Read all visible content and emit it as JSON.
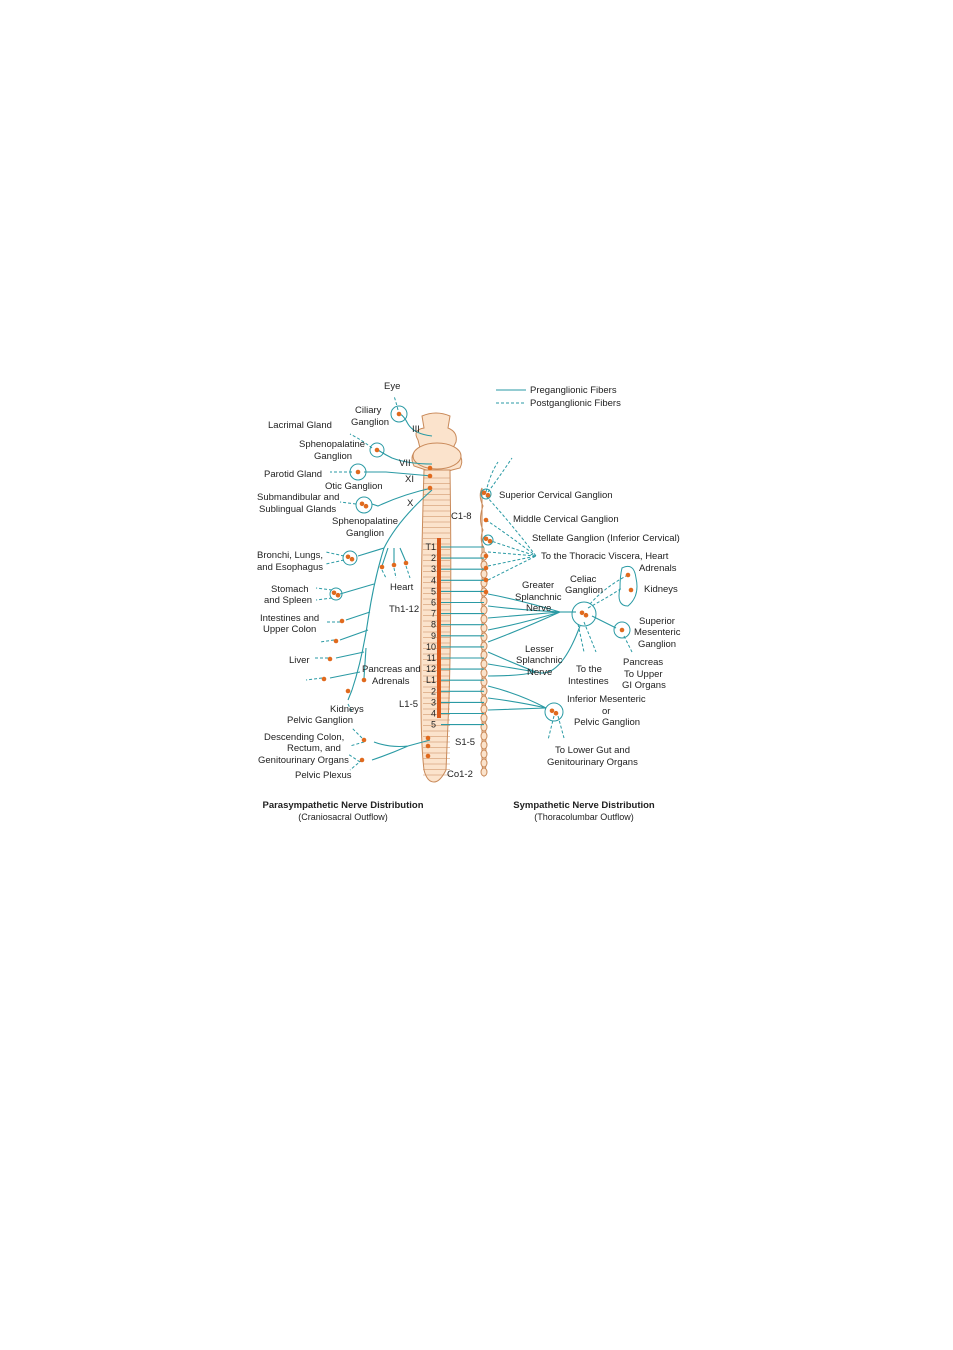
{
  "legend": {
    "preganglionic": "Preganglionic Fibers",
    "postganglionic": "Postganglionic Fibers"
  },
  "captions": {
    "left_title": "Parasympathetic Nerve Distribution",
    "left_sub": "(Craniosacral Outflow)",
    "right_title": "Sympathetic Nerve Distribution",
    "right_sub": "(Thoracolumbar Outflow)"
  },
  "cranial_nerves": {
    "iii": "III",
    "vii": "VII",
    "xi": "XI",
    "x": "X"
  },
  "cord_regions": {
    "cervical": "C1-8",
    "thoracic": "Th1-12",
    "lumbar": "L1-5",
    "sacral": "S1-5",
    "coccygeal": "Co1-2"
  },
  "segments": [
    "T1",
    "2",
    "3",
    "4",
    "5",
    "6",
    "7",
    "8",
    "9",
    "10",
    "11",
    "12",
    "L1",
    "2",
    "3",
    "4",
    "5"
  ],
  "left_labels": {
    "eye": "Eye",
    "ciliary_1": "Ciliary",
    "ciliary_2": "Ganglion",
    "lacrimal": "Lacrimal Gland",
    "spheno_1": "Sphenopalatine",
    "spheno_2": "Ganglion",
    "parotid": "Parotid Gland",
    "otic": "Otic Ganglion",
    "submand_1": "Submandibular and",
    "submand_2": "Sublingual Glands",
    "spheno2_1": "Sphenopalatine",
    "spheno2_2": "Ganglion",
    "bronchi_1": "Bronchi, Lungs,",
    "bronchi_2": "and Esophagus",
    "heart": "Heart",
    "stomach_1": "Stomach",
    "stomach_2": "and Spleen",
    "intestines_1": "Intestines and",
    "intestines_2": "Upper Colon",
    "liver": "Liver",
    "pancreas_1": "Pancreas and",
    "pancreas_2": "Adrenals",
    "kidneys": "Kidneys",
    "pelvic_ganglion": "Pelvic Ganglion",
    "descending_1": "Descending Colon,",
    "descending_2": "Rectum, and",
    "descending_3": "Genitourinary Organs",
    "pelvic_plexus": "Pelvic Plexus"
  },
  "right_labels": {
    "superior_cervical": "Superior Cervical Ganglion",
    "middle_cervical": "Middle Cervical Ganglion",
    "stellate": "Stellate Ganglion (Inferior Cervical)",
    "thoracic_viscera": "To the Thoracic Viscera, Heart",
    "adrenals": "Adrenals",
    "celiac_1": "Celiac",
    "celiac_2": "Ganglion",
    "kidneys": "Kidneys",
    "greater_1": "Greater",
    "greater_2": "Splanchnic",
    "greater_3": "Nerve",
    "sup_mes_1": "Superior",
    "sup_mes_2": "Mesenteric",
    "sup_mes_3": "Ganglion",
    "lesser_1": "Lesser",
    "lesser_2": "Splanchnic",
    "lesser_3": "Nerve",
    "to_intestines_1": "To the",
    "to_intestines_2": "Intestines",
    "pancreas_1": "Pancreas",
    "pancreas_2": "To Upper",
    "pancreas_3": "GI Organs",
    "inf_mes_1": "Inferior Mesenteric",
    "inf_mes_2": "or",
    "inf_mes_3": "Pelvic Ganglion",
    "lower_gut_1": "To Lower Gut and",
    "lower_gut_2": "Genitourinary Organs"
  }
}
